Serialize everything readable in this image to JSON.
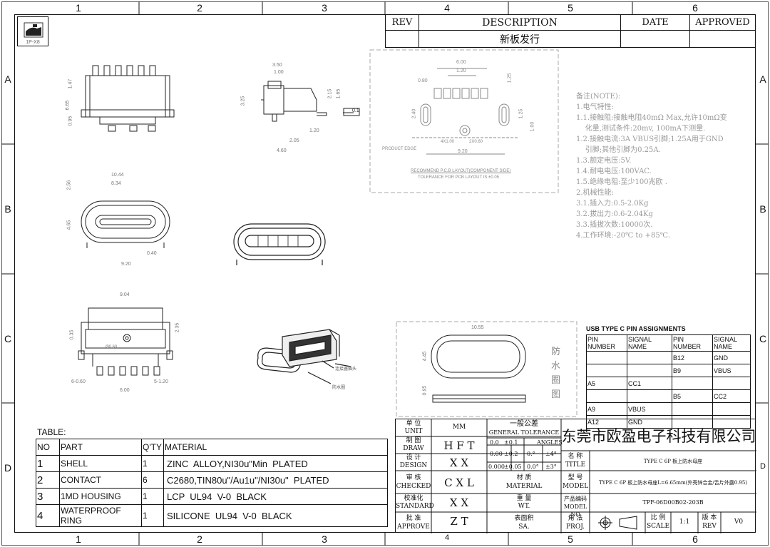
{
  "frame": {
    "cols": [
      "1",
      "2",
      "3",
      "4",
      "5",
      "6"
    ],
    "rows": [
      "A",
      "B",
      "C",
      "D"
    ]
  },
  "logo": {
    "text": "1P-X8"
  },
  "revision": {
    "headers": {
      "rev": "REV",
      "desc": "DESCRIPTION",
      "date": "DATE",
      "approved": "APPROVED"
    },
    "row": {
      "rev": "",
      "desc": "新板发行",
      "date": "",
      "approved": ""
    }
  },
  "notes": {
    "title": "备注(NOTE):",
    "lines": [
      "1.电气特性:",
      "1.1.接触阻:接触电阻40mΩ Max,允许10mΩ变",
      "    化量,测试条件:20mv, 100mA下测量.",
      "1.2.接触电流:3A VBUS引脚;1.25A用于GND",
      "    引脚;其他引脚为0.25A.",
      "1.3.额定电压:5V.",
      "1.4.耐电电压:100VAC.",
      "1.5.绝缘电阻:至少100兆欧 .",
      "2.机械性能:",
      "3.1.插入力:0.5-2.0Kg",
      "3.2.拔出力:0.6-2.04Kg",
      "3.3.插拔次数:10000次.",
      "4.工作环境:-20℃ to +85℃."
    ]
  },
  "pcb": {
    "recommend": "RECOMMEND P.C.B LAYOUT(COMPONENT SIDE)",
    "tolerance": "TOLERANCE FOR PCB LAYOUT IS ±0.05",
    "product_edge": "PRODUCT EDGE",
    "dims": [
      "6.00",
      "1.20",
      "0.80",
      "1.25",
      "1.00",
      "2.40",
      "1.25",
      "9.20",
      "4X1.00",
      "2X0.60",
      "1.00",
      "1.25"
    ]
  },
  "dims": {
    "top_left": [
      "1.47",
      "6.65",
      "0.95"
    ],
    "side": [
      "3.50",
      "1.00",
      "3.25",
      "2.15",
      "1.65",
      "1.20",
      "2.05",
      "4.60",
      "0.1"
    ],
    "front": [
      "10.44",
      "8.34",
      "2.56",
      "4.65",
      "0.40",
      "9.20"
    ],
    "bottom": [
      "9.04",
      "0.35",
      "2.35",
      "Ø0.60",
      "6-0.60",
      "5-1.20",
      "6.00"
    ],
    "iso_labels": [
      "连接器插头",
      "防水圈"
    ],
    "ring": [
      "10.55",
      "4.45",
      "0.95"
    ],
    "ring_title": "防水圈图"
  },
  "pin_table": {
    "title": "USB TYPE C PIN ASSIGNMENTS",
    "headers": [
      "PIN NUMBER",
      "SIGNAL NAME",
      "PIN NUMBER",
      "SIGNAL NAME"
    ],
    "rows": [
      [
        "",
        "",
        "B12",
        "GND"
      ],
      [
        "",
        "",
        "B9",
        "VBUS"
      ],
      [
        "A5",
        "CC1",
        "",
        ""
      ],
      [
        "",
        "",
        "B5",
        "CC2"
      ],
      [
        "A9",
        "VBUS",
        "",
        ""
      ],
      [
        "A12",
        "GND",
        "",
        ""
      ]
    ]
  },
  "material_table": {
    "title": "TABLE:",
    "headers": [
      "NO",
      "PART",
      "Q'TY",
      "MATERIAL"
    ],
    "rows": [
      [
        "1",
        "SHELL",
        "1",
        "ZINC  ALLOY,NI30u\"Min  PLATED"
      ],
      [
        "2",
        "CONTACT",
        "6",
        "C2680,TIN80u\"/Au1u\"/NI30u\"  PLATED"
      ],
      [
        "3",
        "1MD HOUSING",
        "1",
        "LCP  UL94  V-0  BLACK"
      ],
      [
        "4",
        "WATERPROOF RING",
        "1",
        "SILICONE  UL94  V-0  BLACK"
      ]
    ]
  },
  "title_block": {
    "unit_cn": "单 位",
    "unit_en": "UNIT",
    "unit_val": "MM",
    "tol_cn": "一般公差",
    "tol_en": "GENERAL TOLERANCE",
    "tol_rows": [
      [
        "0.0",
        "±0.1",
        "ANGLES"
      ],
      [
        "0.00",
        "±0.2",
        "0.°",
        "±4°"
      ],
      [
        "0.000",
        "±0.05",
        "0.0°",
        "±3°"
      ]
    ],
    "company": "东莞市欧盈电子科技有限公司",
    "draw_cn": "制 图",
    "draw_en": "DRAW",
    "draw_val": "H F T",
    "design_cn": "设 计",
    "design_en": "DESIGN",
    "design_val": "X X",
    "checked_cn": "审 核",
    "checked_en": "CHECKED",
    "checked_val": "C X L",
    "standard_cn": "校准化",
    "standard_en": "STANDARD",
    "standard_val": "X X",
    "approve_cn": "批 准",
    "approve_en": "APPROVE",
    "approve_val": "Z T",
    "title_cn": "名 称",
    "title_en": "TITLE",
    "title_val": "TYPE C 6P 板上防水母座",
    "material_cn": "材 质",
    "material_en": "MATERIAL",
    "material_val": "",
    "model_cn": "型 号",
    "model_en": "MODEL",
    "model_val": "TYPE C 6P 板上防水母座L=6.65mm(外壳锌合金/舌片外露0.95)",
    "weight_cn": "重 量",
    "weight_en": "WT.",
    "weight_val": "",
    "modelno_cn": "产品编码",
    "modelno_en": "MODEL NO",
    "modelno_val": "TPF-06D00B02-203B",
    "area_cn": "表面积",
    "area_en": "SA.",
    "area_val": "",
    "proj_cn": "角 法",
    "proj_en": "PROJ.",
    "scale_cn": "比 例",
    "scale_en": "SCALE",
    "scale_val": "1:1",
    "ver_cn": "版 本",
    "ver_en": "REV",
    "ver_val": "V0"
  }
}
